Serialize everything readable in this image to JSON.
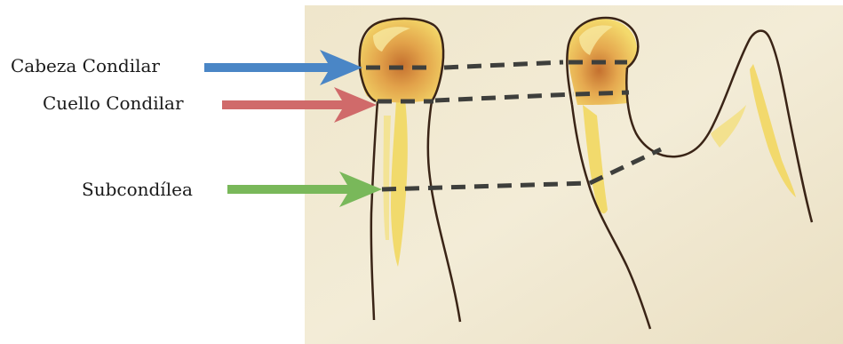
{
  "labels": {
    "head": "Cabeza Condilar",
    "neck": "Cuello Condilar",
    "subcondylar": "Subcondílea"
  },
  "colors": {
    "head_arrow": "#4a86c6",
    "neck_arrow": "#d06a6a",
    "subcondylar_arrow": "#79b85a",
    "paper": "#f1ead2",
    "outline": "#3a2416",
    "bone_yellow": "#efd15a",
    "cortex_orange": "#d98a3c",
    "dashed_line": "#3e3f3c"
  }
}
